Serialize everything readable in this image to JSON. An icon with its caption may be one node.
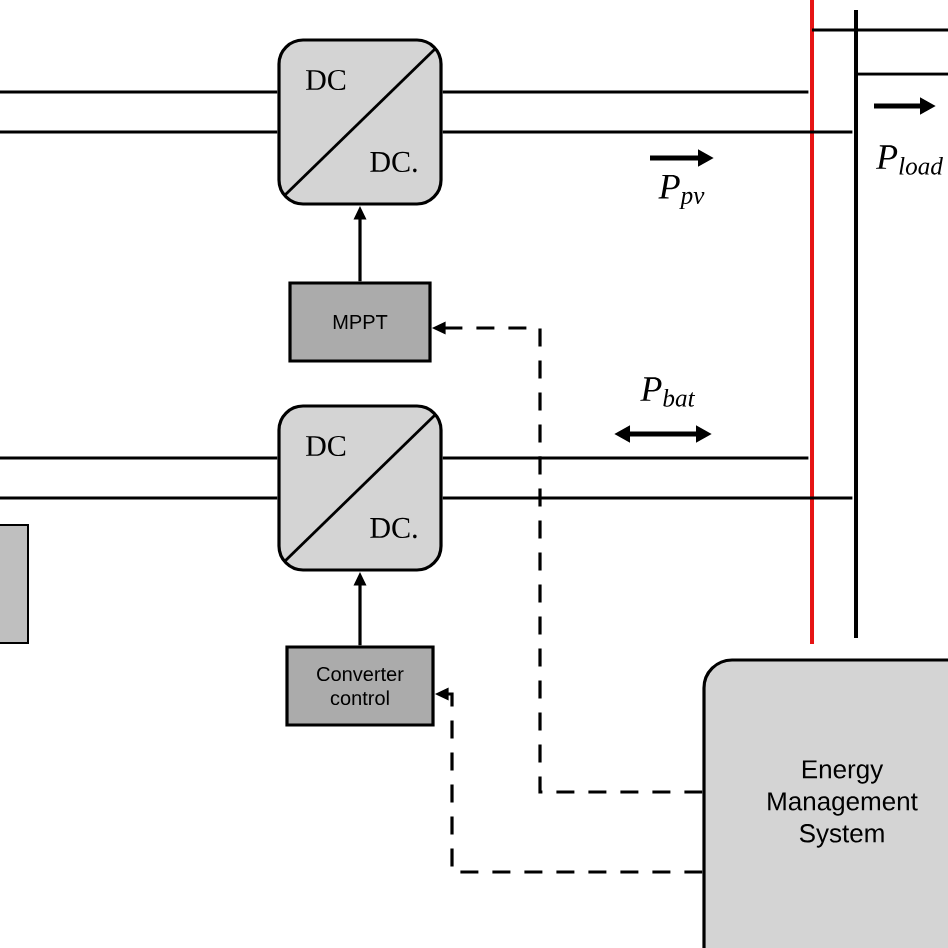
{
  "diagram": {
    "nodes": [
      {
        "text": [
          "DC",
          "DC."
        ]
      },
      {
        "text": [
          "MPPT"
        ]
      },
      {
        "text": [
          "DC",
          "DC."
        ]
      },
      {
        "text": [
          "Converter control"
        ]
      },
      {
        "text": [
          "Energy Management System"
        ]
      },
      {
        "text": [],
        "shape": "box"
      },
      {
        "text": [],
        "shape": "bar"
      },
      {
        "text": [],
        "shape": "bar"
      }
    ],
    "edges": [
      {
        "from": 1,
        "to": 0,
        "arrow": "to"
      },
      {
        "from": 3,
        "to": 2,
        "arrow": "to"
      },
      {
        "from": 4,
        "to": 1,
        "arrow": "to",
        "style": "dashed"
      },
      {
        "from": 4,
        "to": 3,
        "arrow": "to",
        "style": "dashed"
      },
      {
        "from": null,
        "to": 0,
        "arrow": "none"
      },
      {
        "from": null,
        "to": 0,
        "arrow": "none"
      },
      {
        "from": 0,
        "to": 6,
        "arrow": "none"
      },
      {
        "from": 0,
        "to": 7,
        "arrow": "none"
      },
      {
        "from": null,
        "to": 2,
        "arrow": "none"
      },
      {
        "from": null,
        "to": 2,
        "arrow": "none"
      },
      {
        "from": 2,
        "to": 6,
        "arrow": "none"
      },
      {
        "from": 2,
        "to": 7,
        "arrow": "none"
      },
      {
        "from": 6,
        "to": null,
        "arrow": "none"
      },
      {
        "from": 7,
        "to": null,
        "arrow": "none"
      }
    ],
    "labels": [
      "P$_{pv}$",
      "P$_{load}$",
      "P$_{bat}$"
    ]
  }
}
